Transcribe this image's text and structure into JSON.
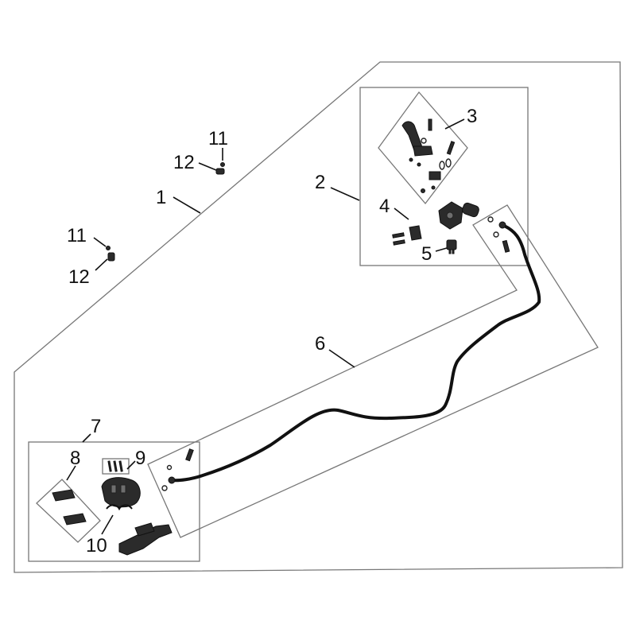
{
  "diagram": {
    "callouts": {
      "c1": "1",
      "c2": "2",
      "c3": "3",
      "c4": "4",
      "c5": "5",
      "c6": "6",
      "c7": "7",
      "c8": "8",
      "c9": "9",
      "c10": "10",
      "c11a": "11",
      "c12a": "12",
      "c11b": "11",
      "c12b": "12"
    }
  }
}
